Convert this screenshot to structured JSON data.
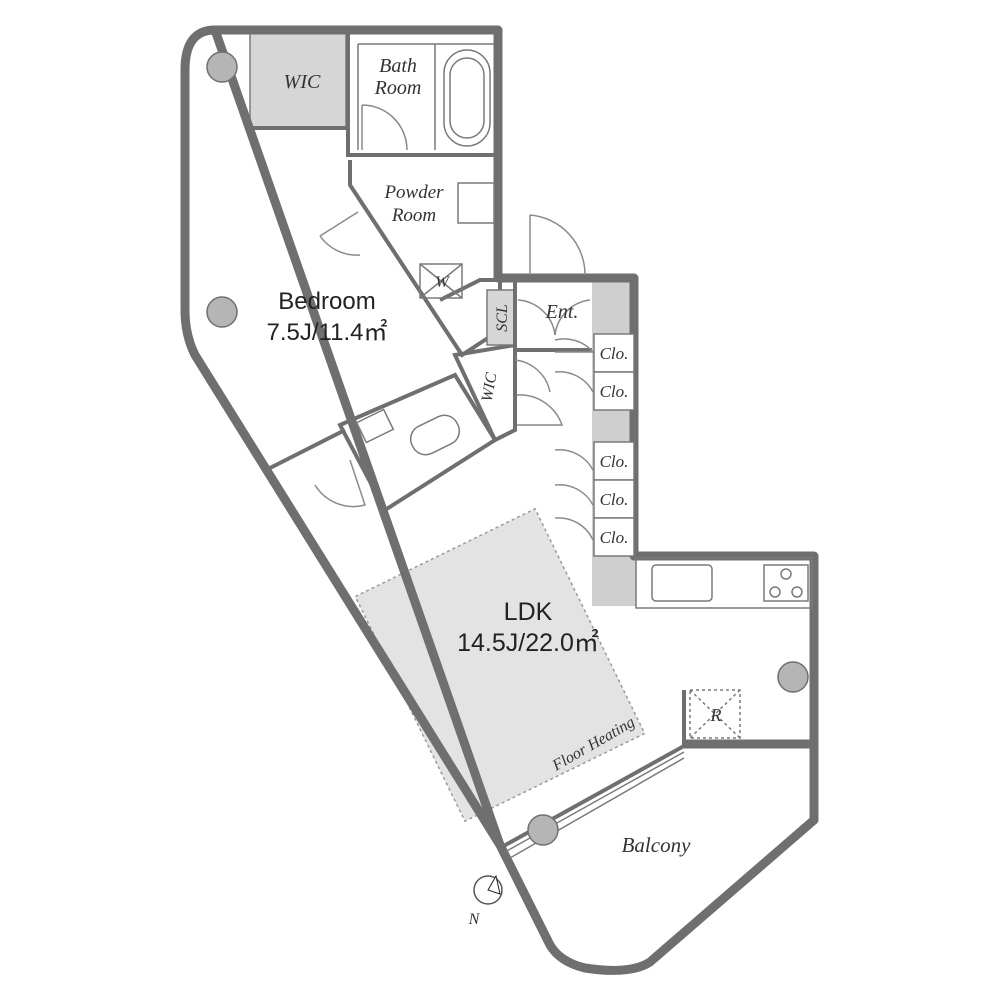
{
  "rooms": {
    "wic_top": "WIC",
    "bath_line1": "Bath",
    "bath_line2": "Room",
    "powder_line1": "Powder",
    "powder_line2": "Room",
    "w": "W",
    "bedroom_name": "Bedroom",
    "bedroom_size": "7.5J/11.4㎡",
    "scl": "SCL",
    "ent": "Ent.",
    "wic_mid": "WIC",
    "clo": [
      "Clo.",
      "Clo.",
      "Clo.",
      "Clo.",
      "Clo."
    ],
    "ldk_name": "LDK",
    "ldk_size": "14.5J/22.0㎡",
    "floor_heating": "Floor Heating",
    "fridge": "R",
    "balcony": "Balcony",
    "north": "N"
  },
  "colors": {
    "wall": "#6f6f6f",
    "shade": "#d6d6d6",
    "column": "#b5b5b5"
  }
}
